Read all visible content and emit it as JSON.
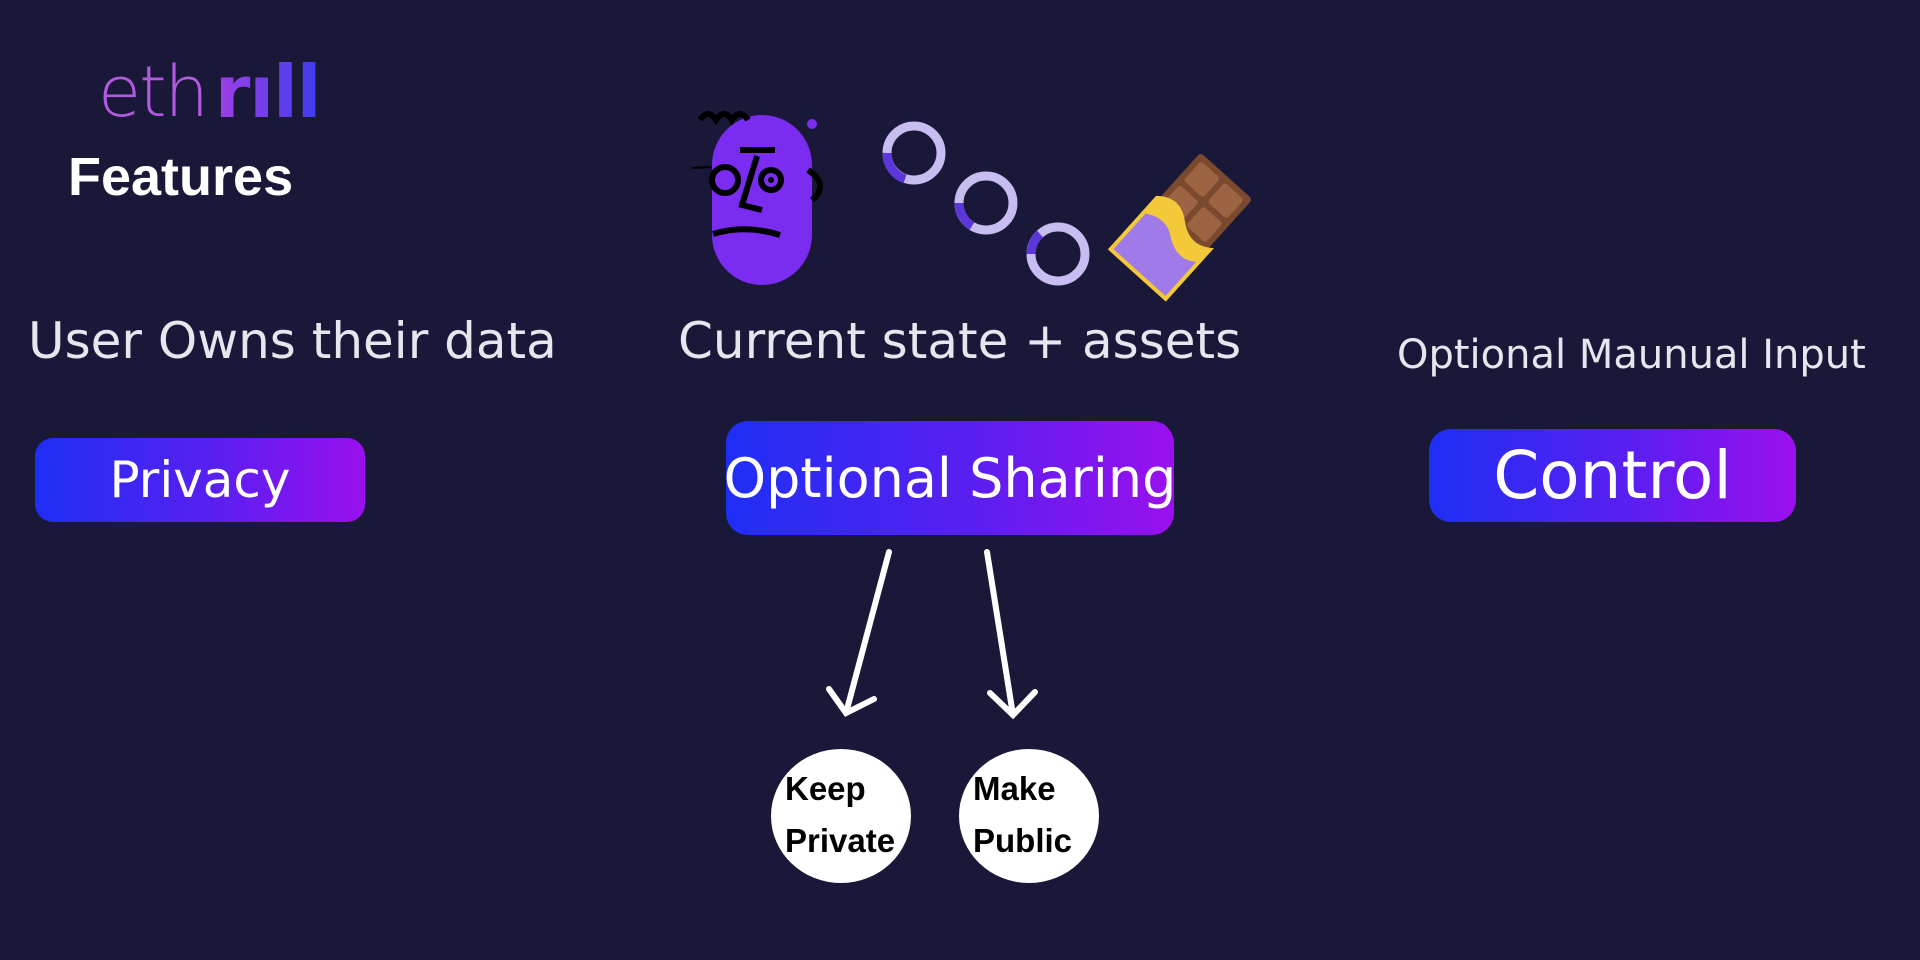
{
  "logo": {
    "part1": "eth",
    "part2": "rıll"
  },
  "title": "Features",
  "columns": [
    {
      "caption": "User Owns their data",
      "button": "Privacy"
    },
    {
      "caption": "Current state + assets",
      "button": "Optional Sharing"
    },
    {
      "caption": "Optional Maunual Input",
      "button": "Control"
    }
  ],
  "sharing_options": [
    {
      "line1": "Keep",
      "line2": "Private"
    },
    {
      "line1": "Make",
      "line2": "Public"
    }
  ],
  "colors": {
    "background": "#1a1838",
    "gradient_start": "#1e2ff5",
    "gradient_end": "#9a10ee",
    "accent_purple": "#7a2cf0",
    "ring_light": "#c8bdf0"
  },
  "icons": [
    "character-face-icon",
    "loading-rings-icon",
    "chocolate-bar-icon",
    "arrow-down-icon"
  ]
}
